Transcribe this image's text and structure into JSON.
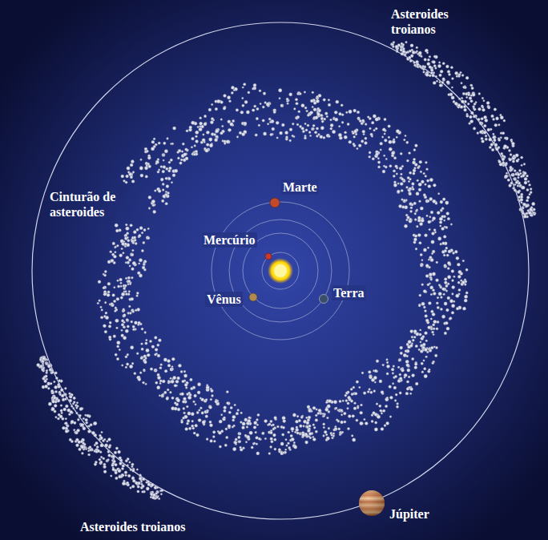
{
  "diagram": {
    "labels": [
      "Asteroides troianos",
      "Cinturão de asteroides",
      "Marte",
      "Mercúrio",
      "Vênus",
      "Terra",
      "Asteroides troianos",
      "Júpiter"
    ]
  }
}
